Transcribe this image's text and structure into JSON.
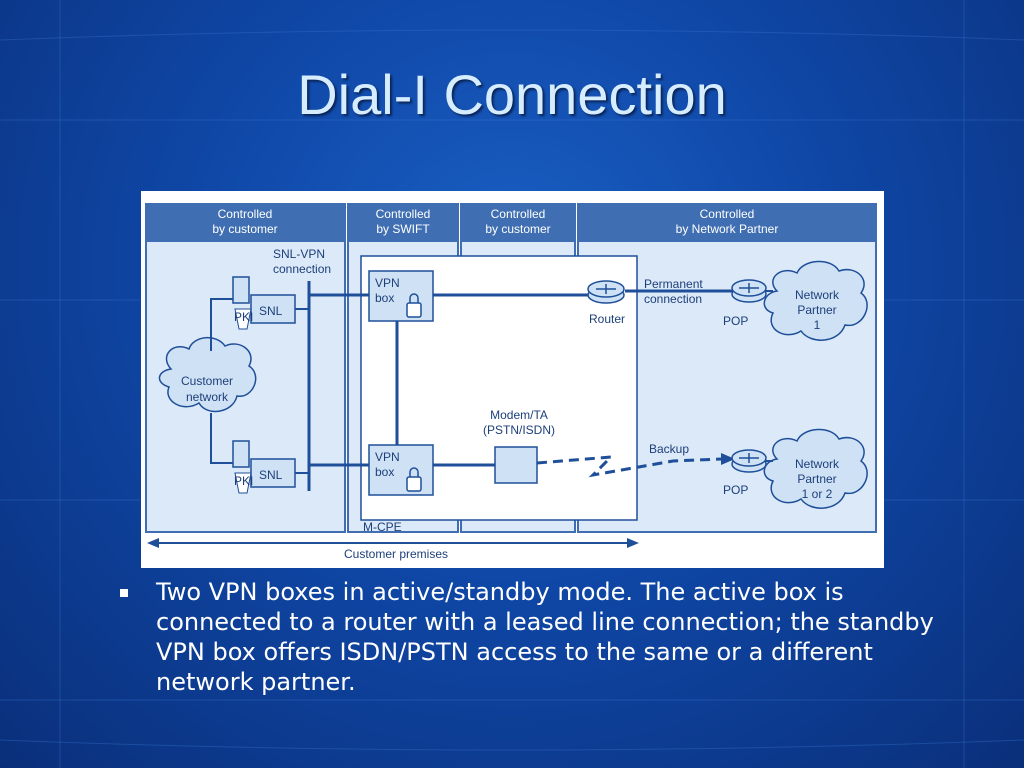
{
  "slide": {
    "title": "Dial-I Connection",
    "bullets": [
      "Two VPN boxes in active/standby mode. The active box is connected to a router with a leased line connection; the standby VPN box offers ISDN/PSTN access to the same or a different network partner."
    ]
  },
  "diagram": {
    "headers": [
      {
        "line1": "Controlled",
        "line2": "by customer"
      },
      {
        "line1": "Controlled",
        "line2": "by SWIFT"
      },
      {
        "line1": "Controlled",
        "line2": "by customer"
      },
      {
        "line1": "Controlled",
        "line2": "by Network Partner"
      }
    ],
    "snl_vpn_connection": [
      "SNL-VPN",
      "connection"
    ],
    "snl_label": "SNL",
    "pki_label": "PKI",
    "customer_network": [
      "Customer",
      "network"
    ],
    "vpn_box": [
      "VPN",
      "box"
    ],
    "modem": [
      "Modem/TA",
      "(PSTN/ISDN)"
    ],
    "router": "Router",
    "permanent_connection": [
      "Permanent",
      "connection"
    ],
    "backup": "Backup",
    "pop": "POP",
    "network_partner_1": [
      "Network",
      "Partner",
      "1"
    ],
    "network_partner_2": [
      "Network",
      "Partner",
      "1 or 2"
    ],
    "mcpe": "M-CPE",
    "customer_premises": "Customer premises"
  },
  "colors": {
    "header_fill": "#3f6fb2",
    "line_blue": "#1f4f99",
    "panel_fill": "#dbe9f8",
    "cloud_fill": "#cfe2f5"
  }
}
